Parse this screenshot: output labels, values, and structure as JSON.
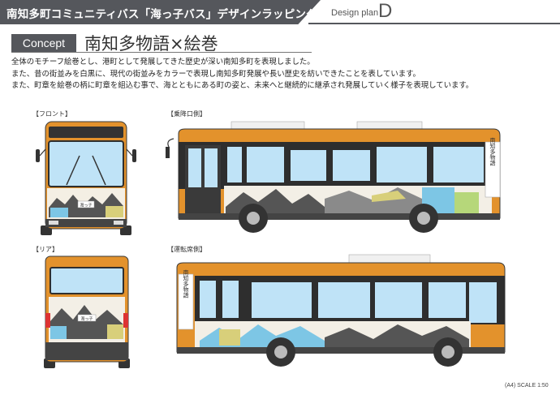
{
  "header": {
    "title": "南知多町コミュニティバス「海っ子バス」デザインラッピング",
    "plan_label": "Design plan",
    "plan_letter": "D"
  },
  "concept": {
    "tag": "Concept",
    "title": "南知多物語×絵巻"
  },
  "description": [
    "全体のモチーフ絵巻とし、港町として発展してきた歴史が深い南知多町を表現しました。",
    "また、昔の街並みを白黒に、現代の街並みをカラーで表現し南知多町発展や長い歴史を紡いできたことを表しています。",
    "また、町章を絵巻の柄に町章を組込む事で、海とともにある町の姿と、未来へと継続的に継承され発展していく様子を表現しています。"
  ],
  "views": {
    "front": "【フロント】",
    "door_side": "【乗降口側】",
    "rear": "【リア】",
    "driver_side": "【運転席側】"
  },
  "bus_text": {
    "side_vertical": "南知多物語",
    "front_plate": "海っ子",
    "rear_plate": "海っ子"
  },
  "colors": {
    "body_orange": "#e3922c",
    "window_blue": "#bfe3f7",
    "dark": "#2e2e2e"
  },
  "scale": "(A4) SCALE 1:50"
}
